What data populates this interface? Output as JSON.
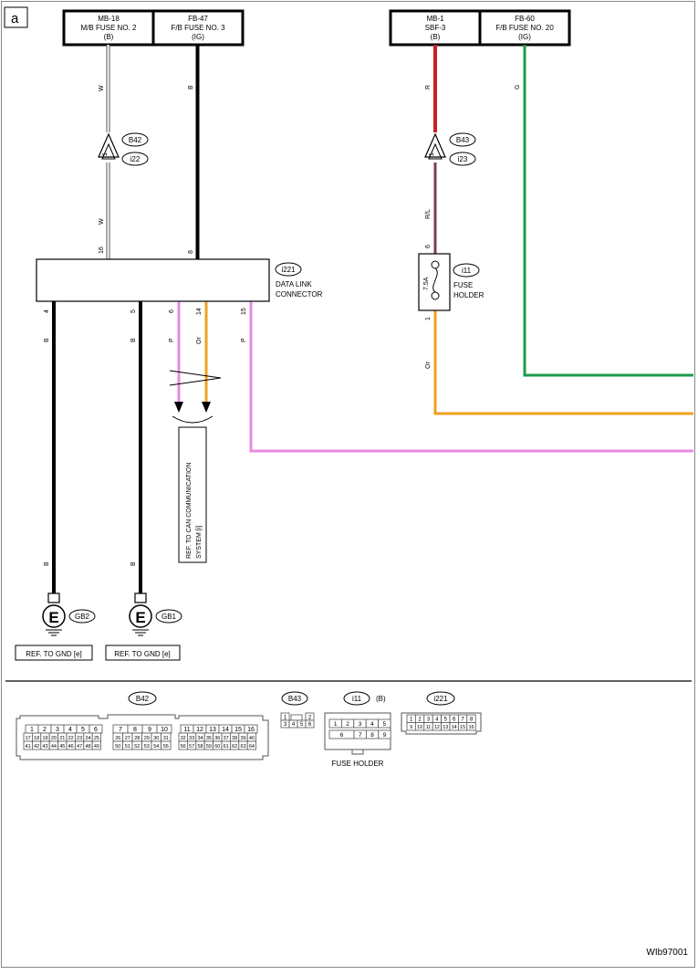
{
  "section_label": "a",
  "fuses": {
    "mb18": {
      "name": "MB-18",
      "desc": "M/B FUSE NO. 2",
      "sub": "(B)"
    },
    "fb47": {
      "name": "FB-47",
      "desc": "F/B FUSE NO. 3",
      "sub": "(IG)"
    },
    "mb1": {
      "name": "MB-1",
      "desc": "SBF-3",
      "sub": "(B)"
    },
    "fb60": {
      "name": "FB-60",
      "desc": "F/B FUSE NO. 20",
      "sub": "(IG)"
    }
  },
  "wire_codes": {
    "w": "W",
    "b": "B",
    "r": "R",
    "g": "G",
    "rl": "R/L",
    "p": "P",
    "or": "Or"
  },
  "connectors": {
    "b42": "B42",
    "i22": "i22",
    "b43": "B43",
    "i23": "i23",
    "i221": "i221",
    "i11": "i11",
    "gb1": "GB1",
    "gb2": "GB2",
    "i11_suffix": "(B)"
  },
  "dlc": {
    "label_line1": "DATA LINK",
    "label_line2": "CONNECTOR"
  },
  "fuse_holder": {
    "rating": "7.5A",
    "label_line1": "FUSE",
    "label_line2": "HOLDER",
    "caption": "FUSE HOLDER"
  },
  "pins": {
    "p16": "16",
    "p8": "8",
    "p4": "4",
    "p5": "5",
    "p6": "6",
    "p14": "14",
    "p15": "15",
    "fh6": "6",
    "fh1": "1",
    "inline1": "1",
    "inline1b": "1"
  },
  "ground_symbol": "E",
  "references": {
    "can_line1": "REF. TO CAN COMMUNICATION",
    "can_line2": "SYSTEM [i]",
    "gnd": "REF. TO GND [e]"
  },
  "pin_tables": {
    "b42_a_top": [
      "1",
      "2",
      "3",
      "4",
      "5",
      "6"
    ],
    "b42_a_mid": [
      "17",
      "18",
      "19",
      "20",
      "21",
      "22",
      "23",
      "24",
      "25"
    ],
    "b42_a_bot": [
      "41",
      "42",
      "43",
      "44",
      "45",
      "46",
      "47",
      "48",
      "49"
    ],
    "b42_b_top": [
      "7",
      "8",
      "9",
      "10"
    ],
    "b42_b_mid": [
      "26",
      "27",
      "28",
      "29",
      "30",
      "31"
    ],
    "b42_b_bot": [
      "50",
      "51",
      "52",
      "53",
      "54",
      "55"
    ],
    "b42_c_top": [
      "11",
      "12",
      "13",
      "14",
      "15",
      "16"
    ],
    "b42_c_mid": [
      "32",
      "33",
      "34",
      "35",
      "36",
      "37",
      "38",
      "39",
      "40"
    ],
    "b42_c_bot": [
      "56",
      "57",
      "58",
      "59",
      "60",
      "61",
      "62",
      "63",
      "64"
    ],
    "b43_top": [
      "1",
      "2"
    ],
    "b43_bot": [
      "3",
      "4",
      "5",
      "6"
    ],
    "i11_top": [
      "1",
      "2",
      "3",
      "4",
      "5"
    ],
    "i11_bot": [
      "6",
      "7",
      "8",
      "9"
    ],
    "i221_top": [
      "1",
      "2",
      "3",
      "4",
      "5",
      "6",
      "7",
      "8"
    ],
    "i221_bot": [
      "9",
      "10",
      "11",
      "12",
      "13",
      "14",
      "15",
      "16"
    ]
  },
  "doc_id": "WIb97001",
  "colors": {
    "white_wire": "#c8c8c8",
    "black_wire": "#000000",
    "red_wire": "#cc1f1f",
    "green_wire": "#1f9a4a",
    "rl_wire": "#7a3d5c",
    "pink_wire": "#e88ae0",
    "orange_wire": "#f0a020"
  }
}
